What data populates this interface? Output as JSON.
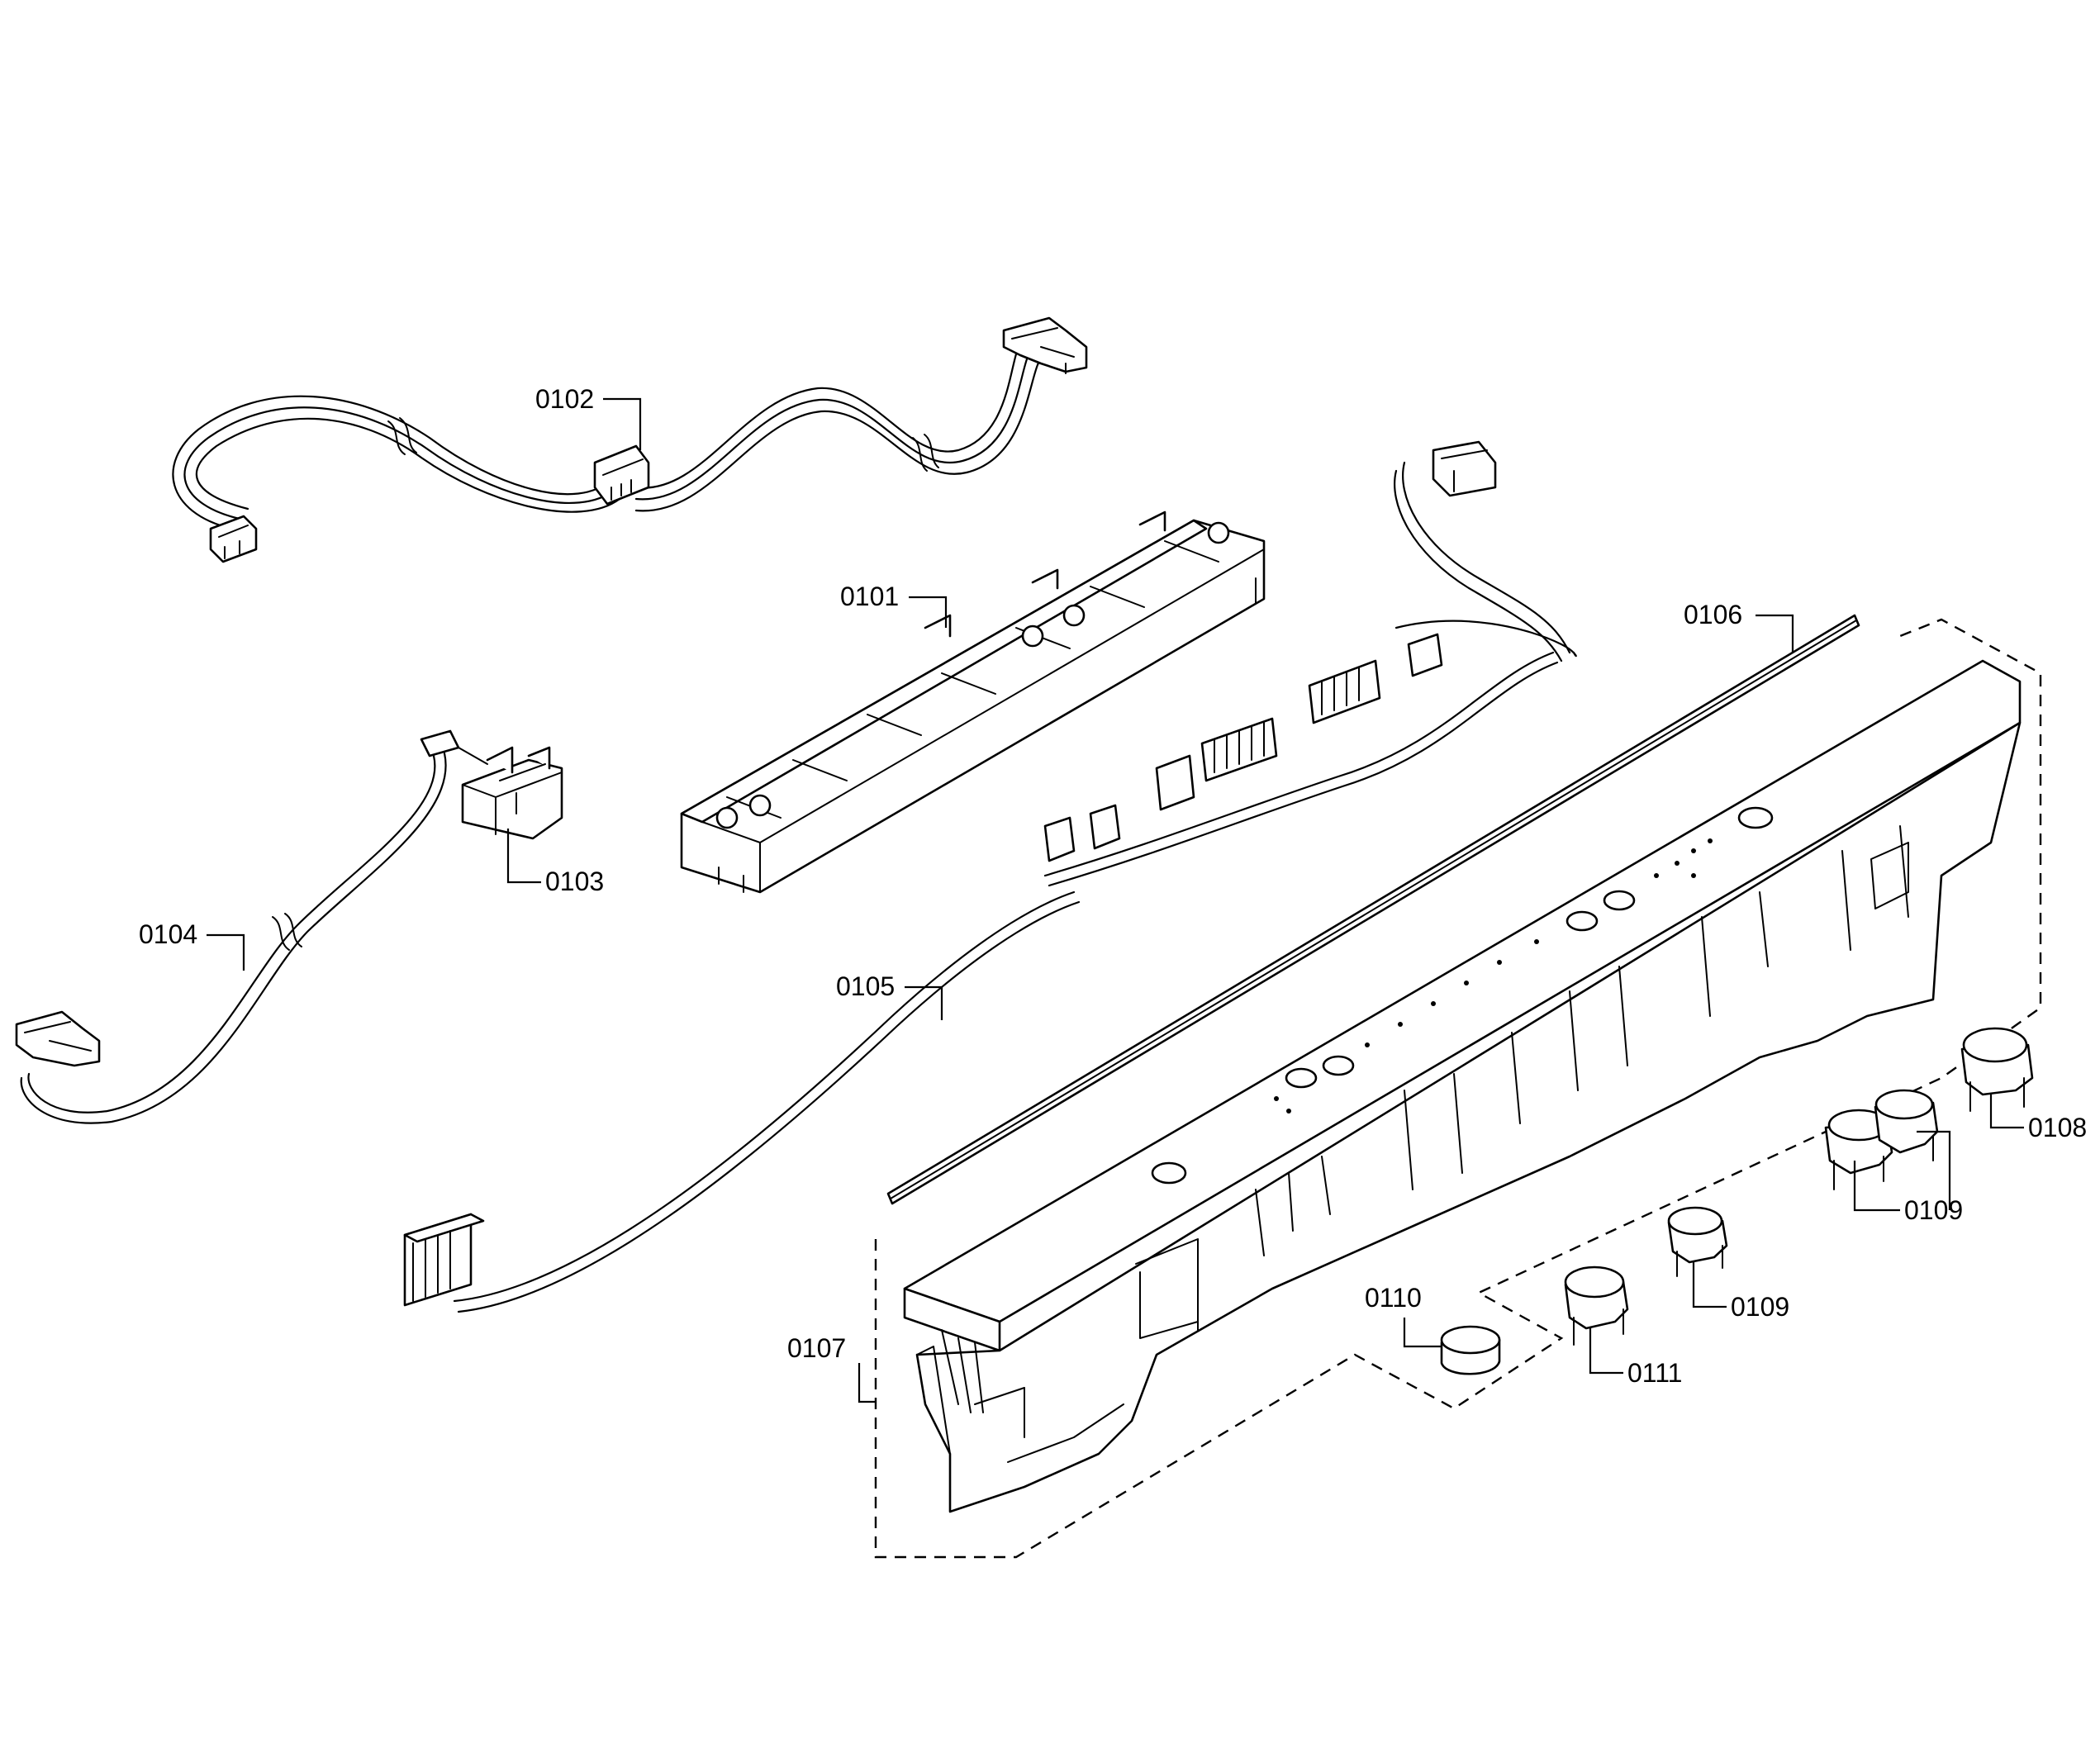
{
  "callouts": [
    {
      "id": "0101",
      "label": "0101"
    },
    {
      "id": "0102",
      "label": "0102"
    },
    {
      "id": "0103",
      "label": "0103"
    },
    {
      "id": "0104",
      "label": "0104"
    },
    {
      "id": "0105",
      "label": "0105"
    },
    {
      "id": "0106",
      "label": "0106"
    },
    {
      "id": "0107",
      "label": "0107"
    },
    {
      "id": "0108",
      "label": "0108"
    },
    {
      "id": "0109a",
      "label": "0109"
    },
    {
      "id": "0109b",
      "label": "0109"
    },
    {
      "id": "0110",
      "label": "0110"
    },
    {
      "id": "0111",
      "label": "0111"
    }
  ]
}
